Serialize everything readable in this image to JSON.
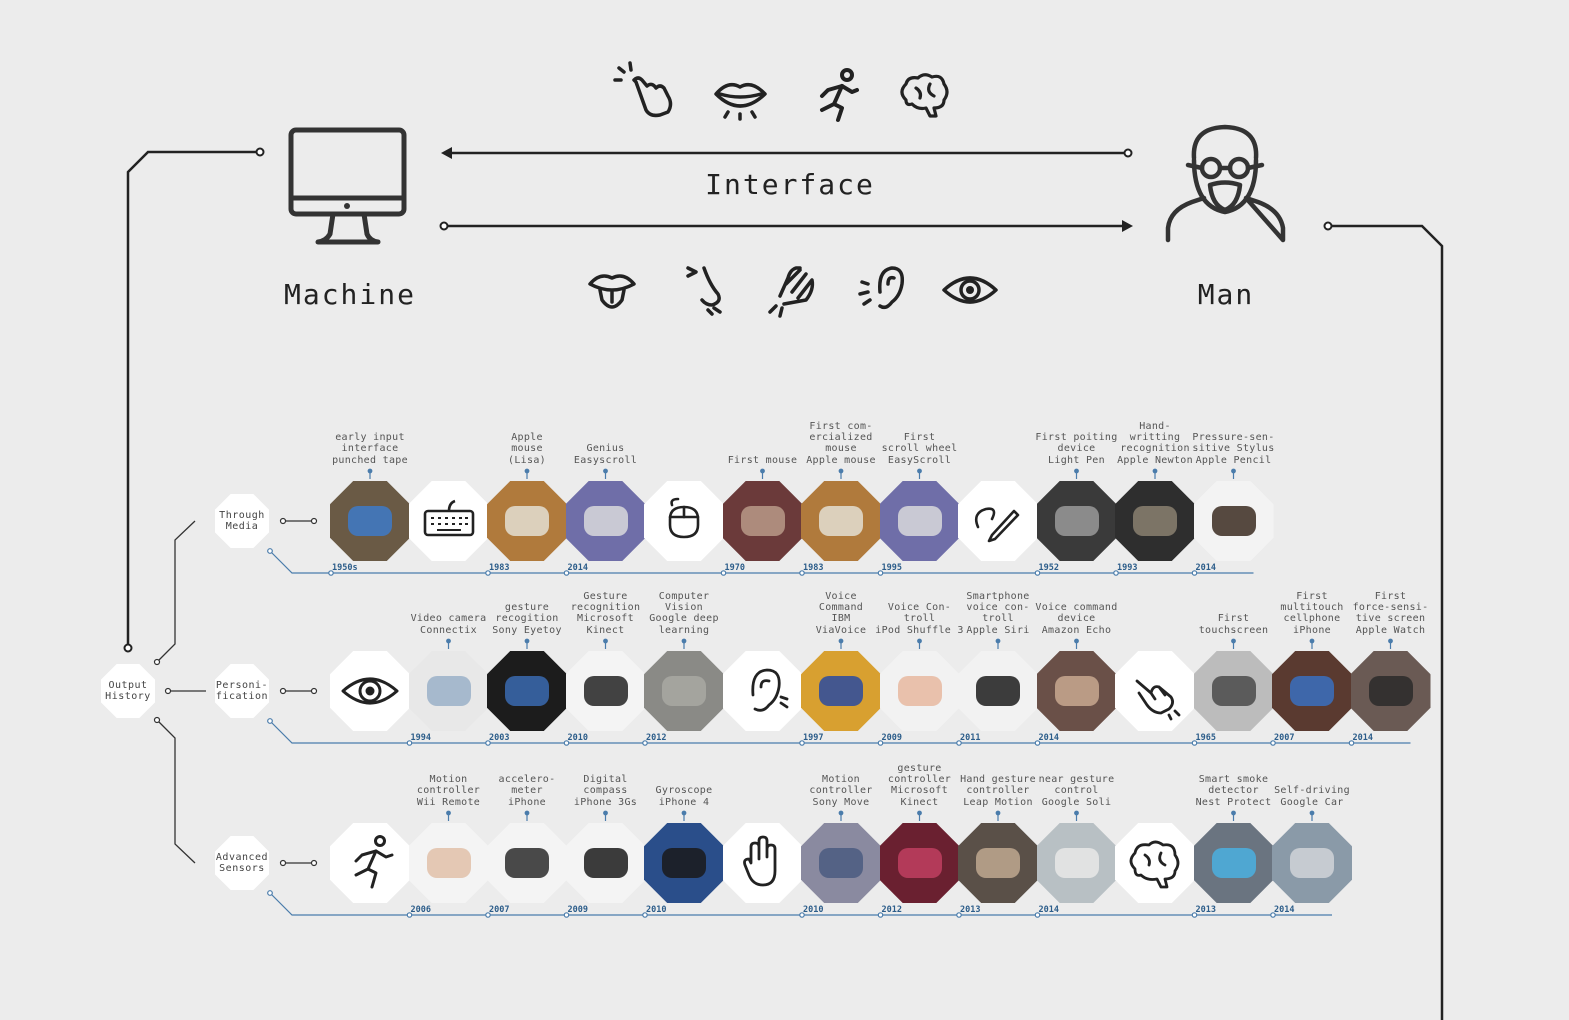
{
  "title": "Interface",
  "machine_label": "Machine",
  "man_label": "Man",
  "root": "Output\nHistory",
  "rows": [
    {
      "name": "Through\nMedia",
      "items": [
        {
          "label": "early input\ninterface\npunched tape",
          "year": "1950s",
          "kind": "photo",
          "bg": "#6a5a45",
          "fg": "#3d7ac8"
        },
        {
          "label": "",
          "year": "",
          "kind": "icon",
          "icon": "keyboard-icon"
        },
        {
          "label": "Apple\nmouse\n(Lisa)",
          "year": "1983",
          "kind": "photo",
          "bg": "#b07a3c",
          "fg": "#e4dfd2"
        },
        {
          "label": "Genius\nEasyscroll",
          "year": "2014",
          "kind": "photo",
          "bg": "#6f6ea8",
          "fg": "#d9d9dc"
        },
        {
          "label": "",
          "year": "",
          "kind": "icon",
          "icon": "mouse-icon"
        },
        {
          "label": "First mouse",
          "year": "1970",
          "kind": "photo",
          "bg": "#6b3a3a",
          "fg": "#b89a88"
        },
        {
          "label": "First com-\nercialized\nmouse\nApple mouse",
          "year": "1983",
          "kind": "photo",
          "bg": "#b07a3c",
          "fg": "#e4dfd2"
        },
        {
          "label": "First\nscroll wheel\nEasyScroll",
          "year": "1995",
          "kind": "photo",
          "bg": "#6f6ea8",
          "fg": "#d9d9dc"
        },
        {
          "label": "",
          "year": "",
          "kind": "icon",
          "icon": "pen-icon"
        },
        {
          "label": "First poiting\ndevice\nLight Pen",
          "year": "1952",
          "kind": "photo",
          "bg": "#3a3a3a",
          "fg": "#9a9a9a"
        },
        {
          "label": "Hand-\nwritting\nrecognition\nApple Newton",
          "year": "1993",
          "kind": "photo",
          "bg": "#2e2e2e",
          "fg": "#8a8070"
        },
        {
          "label": "Pressure-sen-\nsitive Stylus\nApple Pencil",
          "year": "2014",
          "kind": "photo",
          "bg": "#f3f3f3",
          "fg": "#3a2a20"
        }
      ]
    },
    {
      "name": "Personi-\nfication",
      "items": [
        {
          "label": "",
          "year": "",
          "kind": "icon",
          "icon": "eye-icon"
        },
        {
          "label": "Video camera\nConnectix",
          "year": "1994",
          "kind": "photo",
          "bg": "#e8e8e8",
          "fg": "#9ab0c8"
        },
        {
          "label": "gesture\nrecogition\nSony Eyetoy",
          "year": "2003",
          "kind": "photo",
          "bg": "#1c1c1c",
          "fg": "#3a6ab0"
        },
        {
          "label": "Gesture\nrecognition\nMicrosoft\nKinect",
          "year": "2010",
          "kind": "photo",
          "bg": "#f4f4f4",
          "fg": "#222"
        },
        {
          "label": "Computer\nVision\nGoogle deep\nlearning",
          "year": "2012",
          "kind": "photo",
          "bg": "#8a8a86",
          "fg": "#a8a8a2"
        },
        {
          "label": "",
          "year": "",
          "kind": "icon",
          "icon": "ear-icon"
        },
        {
          "label": "Voice\nCommand\nIBM\nViaVoice",
          "year": "1997",
          "kind": "photo",
          "bg": "#d8a030",
          "fg": "#2a4aa0"
        },
        {
          "label": "Voice Con-\ntroll\niPod Shuffle 3",
          "year": "2009",
          "kind": "photo",
          "bg": "#f2f2f2",
          "fg": "#e8b8a0"
        },
        {
          "label": "Smartphone\nvoice con-\ntroll\nApple Siri",
          "year": "2011",
          "kind": "photo",
          "bg": "#f2f2f2",
          "fg": "#1c1c1c"
        },
        {
          "label": "Voice command\ndevice\nAmazon Echo",
          "year": "2014",
          "kind": "photo",
          "bg": "#6a5048",
          "fg": "#c8a890"
        },
        {
          "label": "",
          "year": "",
          "kind": "icon",
          "icon": "touch-hand-icon"
        },
        {
          "label": "First\ntouchscreen",
          "year": "1965",
          "kind": "photo",
          "bg": "#bcbcbc",
          "fg": "#4a4a4a"
        },
        {
          "label": "First\nmultitouch\ncellphone\niPhone",
          "year": "2007",
          "kind": "photo",
          "bg": "#5a3a30",
          "fg": "#3a70c0"
        },
        {
          "label": "First\nforce-sensi-\ntive screen\nApple Watch",
          "year": "2014",
          "kind": "photo",
          "bg": "#6a5a54",
          "fg": "#2a2a2a"
        }
      ]
    },
    {
      "name": "Advanced\nSensors",
      "items": [
        {
          "label": "",
          "year": "",
          "kind": "icon",
          "icon": "running-person-icon"
        },
        {
          "label": "Motion\ncontroller\nWii Remote",
          "year": "2006",
          "kind": "photo",
          "bg": "#f4f4f4",
          "fg": "#e0c0a8"
        },
        {
          "label": "accelero-\nmeter\niPhone",
          "year": "2007",
          "kind": "photo",
          "bg": "#f4f4f4",
          "fg": "#2a2a2a"
        },
        {
          "label": "Digital\ncompass\niPhone 3Gs",
          "year": "2009",
          "kind": "photo",
          "bg": "#f4f4f4",
          "fg": "#1a1a1a"
        },
        {
          "label": "Gyroscope\niPhone 4",
          "year": "2010",
          "kind": "photo",
          "bg": "#2a4e8a",
          "fg": "#1a1a1a"
        },
        {
          "label": "",
          "year": "",
          "kind": "icon",
          "icon": "pinch-hand-icon"
        },
        {
          "label": "Motion\ncontroller\nSony Move",
          "year": "2010",
          "kind": "photo",
          "bg": "#8a8aa0",
          "fg": "#4a5a80"
        },
        {
          "label": "gesture\ncontroller\nMicrosoft\nKinect",
          "year": "2012",
          "kind": "photo",
          "bg": "#6a2030",
          "fg": "#c04060"
        },
        {
          "label": "Hand gesture\ncontroller\nLeap Motion",
          "year": "2013",
          "kind": "photo",
          "bg": "#5a5048",
          "fg": "#c0a890"
        },
        {
          "label": "near gesture\ncontrol\nGoogle Soli",
          "year": "2014",
          "kind": "photo",
          "bg": "#b8c0c4",
          "fg": "#e8e8e8"
        },
        {
          "label": "",
          "year": "",
          "kind": "icon",
          "icon": "brain-icon"
        },
        {
          "label": "Smart smoke\ndetector\nNest Protect",
          "year": "2013",
          "kind": "photo",
          "bg": "#6a7480",
          "fg": "#4ab0e0"
        },
        {
          "label": "Self-driving\nGoogle Car",
          "year": "2014",
          "kind": "photo",
          "bg": "#8a9aa8",
          "fg": "#d0d4d8"
        }
      ]
    }
  ]
}
